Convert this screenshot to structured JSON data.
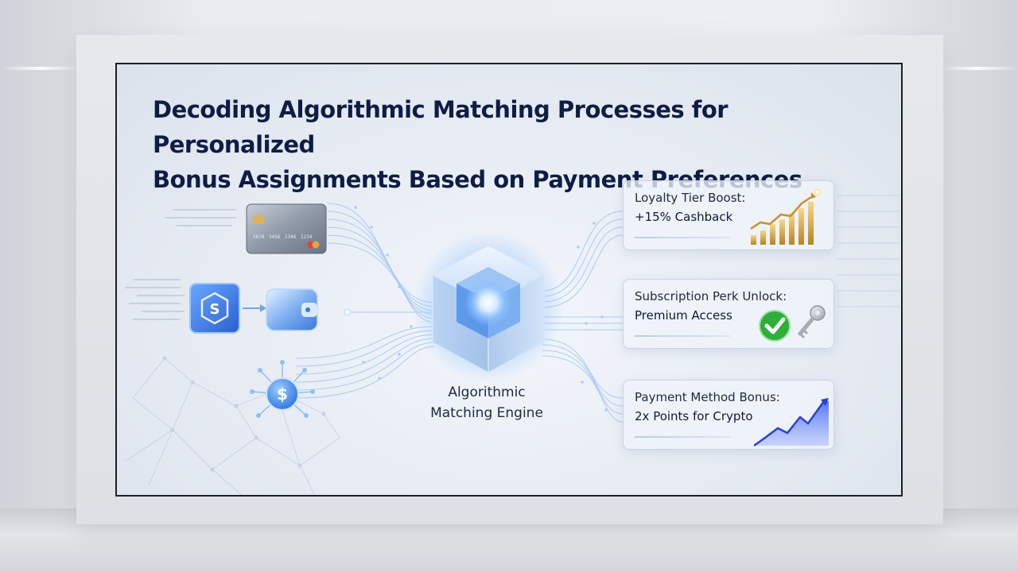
{
  "slide": {
    "title_line1": "Decoding Algorithmic Matching Processes for Personalized",
    "title_line2": "Bonus Assignments Based on Payment Preferences",
    "engine_line1": "Algorithmic",
    "engine_line2": "Matching Engine"
  },
  "inputs": {
    "card_number_groups": [
      "5678",
      "3456",
      "1346",
      "1234"
    ],
    "dollar_symbol": "$",
    "token_symbol": "S"
  },
  "bonus_cards": [
    {
      "line1": "Loyalty Tier Boost:",
      "line2": "+15% Cashback",
      "icon": "rising-bars-chart-icon"
    },
    {
      "line1": "Subscription Perk Unlock:",
      "line2": "Premium Access",
      "icon": "checkmark-and-key-icon"
    },
    {
      "line1": "Payment Method Bonus:",
      "line2": "2x Points for Crypto",
      "icon": "rising-line-chart-icon"
    }
  ],
  "colors": {
    "title": "#0f1d45",
    "accent_blue": "#2f7be6",
    "glow_blue": "#8fc4ff",
    "gold": "#d9a63a",
    "check_green": "#2fae3a"
  }
}
